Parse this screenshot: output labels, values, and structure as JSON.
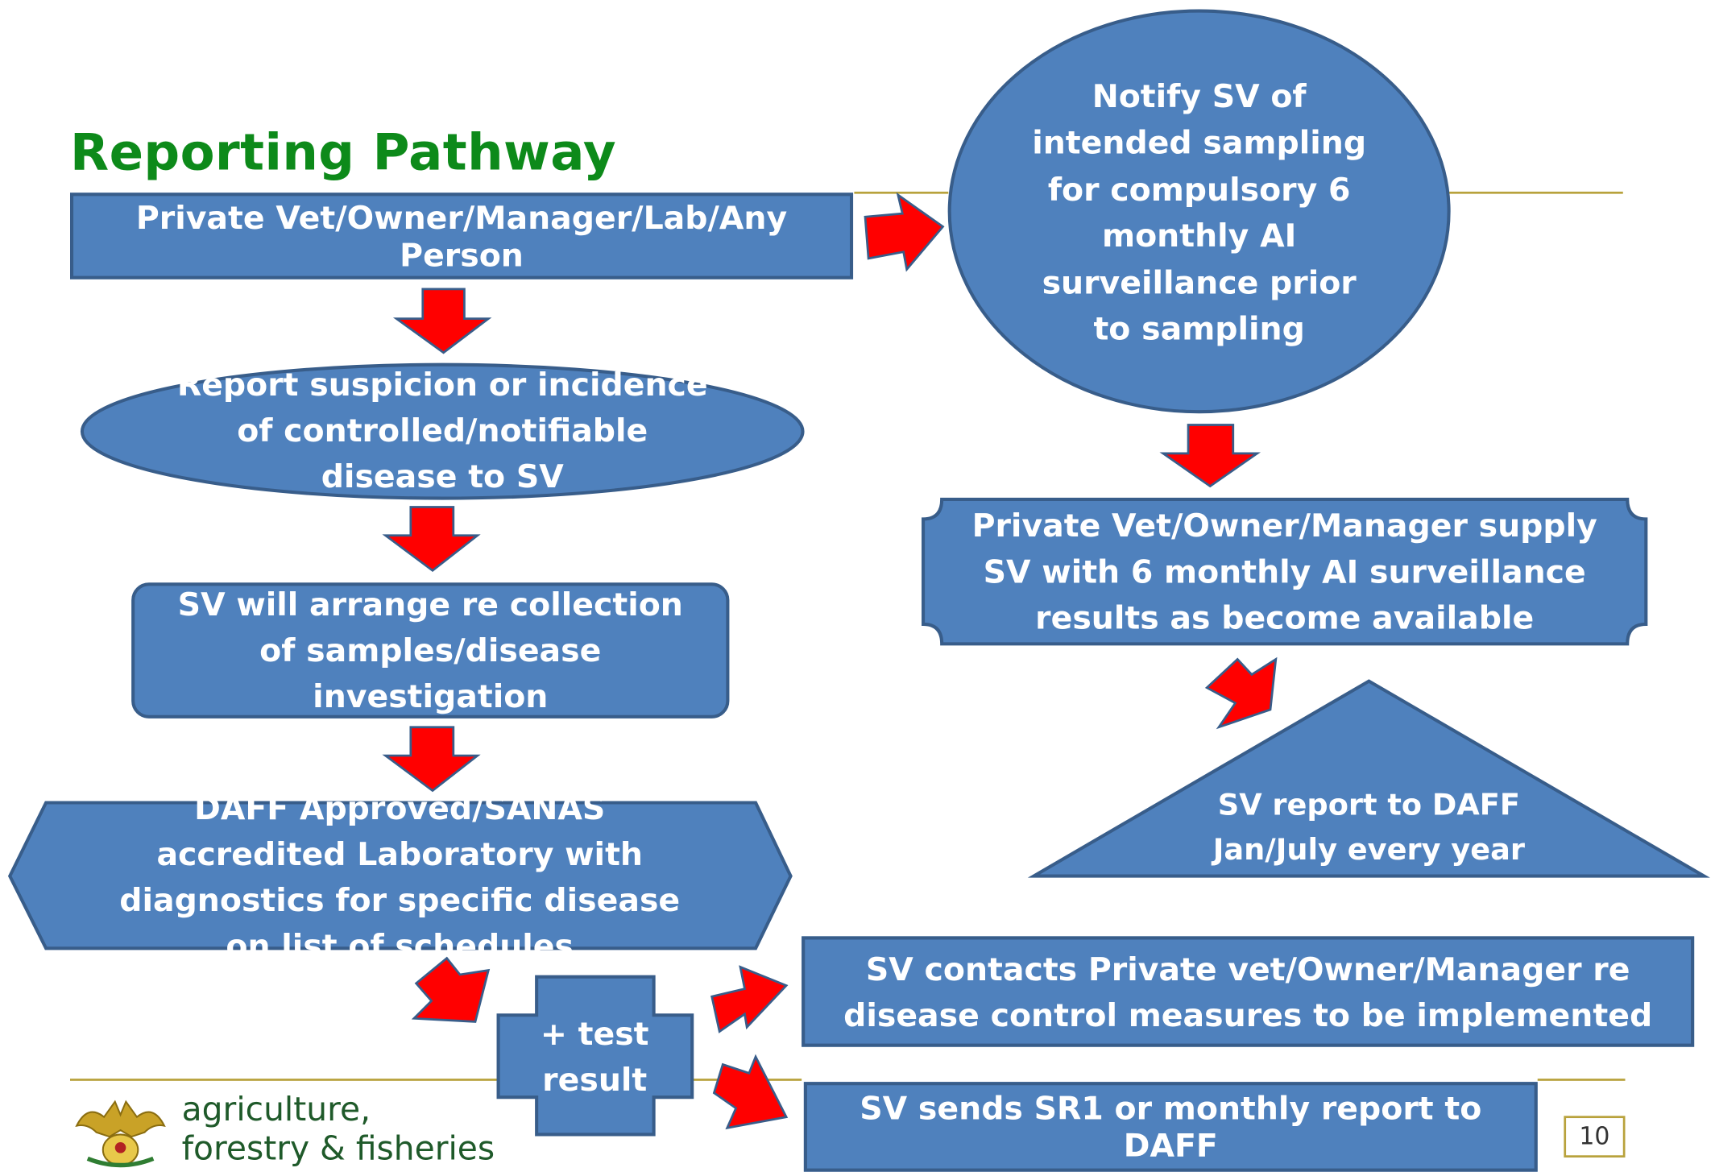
{
  "title": "Reporting Pathway",
  "colors": {
    "box_fill": "#4f81bd",
    "box_border": "#385d8a",
    "arrow": "#ff0000",
    "title": "#0d8a1a",
    "rule": "#b8a23c"
  },
  "boxes": {
    "reporter": "Private Vet/Owner/Manager/Lab/Any Person",
    "report_suspicion": "Report suspicion or incidence of controlled/notifiable disease to SV",
    "sv_arrange": "SV will arrange re collection of samples/disease investigation",
    "daff_lab": "DAFF Approved/SANAS accredited Laboratory with diagnostics for specific disease on list of schedules",
    "test_result": "+ test result",
    "sv_contacts": "SV contacts Private vet/Owner/Manager re disease control measures to be implemented",
    "sv_sends": "SV sends SR1 or monthly report to DAFF",
    "notify_sv": "Notify SV of intended sampling for compulsory 6 monthly AI surveillance prior to sampling",
    "supply_sv": "Private Vet/Owner/Manager supply SV with 6 monthly AI surveillance results as become available",
    "sv_report_line1": "SV report to DAFF",
    "sv_report_line2": "Jan/July every year"
  },
  "footer": {
    "logo_line1": "agriculture,",
    "logo_line2": "forestry & fisheries",
    "page_number": "10"
  },
  "icons": [
    "coat-of-arms-icon",
    "arrow-down-icon",
    "arrow-right-icon"
  ]
}
